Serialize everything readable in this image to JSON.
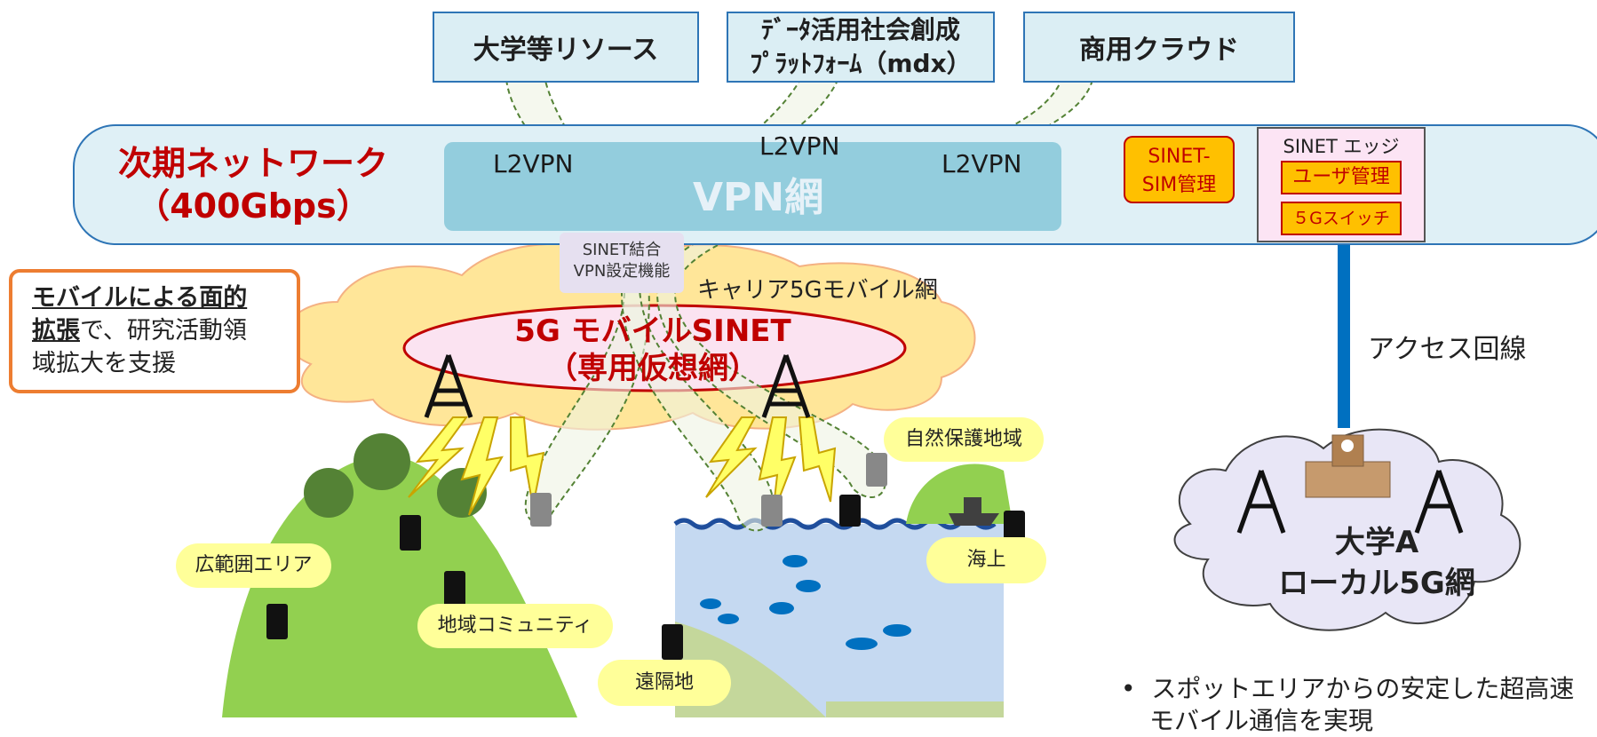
{
  "top_boxes": {
    "university": "大学等リソース",
    "mdx_line1": "ﾃﾞｰﾀ活用社会創成",
    "mdx_line2": "ﾌﾟﾗｯﾄﾌｫｰﾑ（mdx）",
    "commercial": "商用クラウド"
  },
  "network": {
    "title_line1": "次期ネットワーク",
    "title_line2": "（400Gbps）",
    "l2vpn_left": "L2VPN",
    "l2vpn_center": "L2VPN",
    "l2vpn_right": "L2VPN",
    "vpn_net": "VPN網",
    "sim_line1": "SINET-",
    "sim_line2": "SIM管理",
    "edge_title": "SINET エッジ",
    "user_mgmt": "ユーザ管理",
    "switch_5g": "５Gスイッチ"
  },
  "mobile": {
    "setting_line1": "SINET結合",
    "setting_line2": "VPN設定機能",
    "carrier": "キャリア5Gモバイル網",
    "sinet_line1": "5G モバイルSINET",
    "sinet_line2": "（専用仮想網）"
  },
  "callout": {
    "bold1": "モバイルによる面的",
    "bold2": "拡張",
    "rest2": "で、研究活動領",
    "line3": "域拡大を支援"
  },
  "labels": {
    "wide_area": "広範囲エリア",
    "community": "地域コミュニティ",
    "remote": "遠隔地",
    "nature": "自然保護地域",
    "sea": "海上",
    "access": "アクセス回線",
    "univ_line1": "大学A",
    "univ_line2": "ローカル5G網",
    "bullet": "•",
    "note_line1": "スポットエリアからの安定した超高速",
    "note_line2": "モバイル通信を実現"
  },
  "colors": {
    "accent_blue": "#2e75b6",
    "brand_red": "#c00000",
    "orange": "#ed7d31",
    "gold": "#ffc000"
  }
}
